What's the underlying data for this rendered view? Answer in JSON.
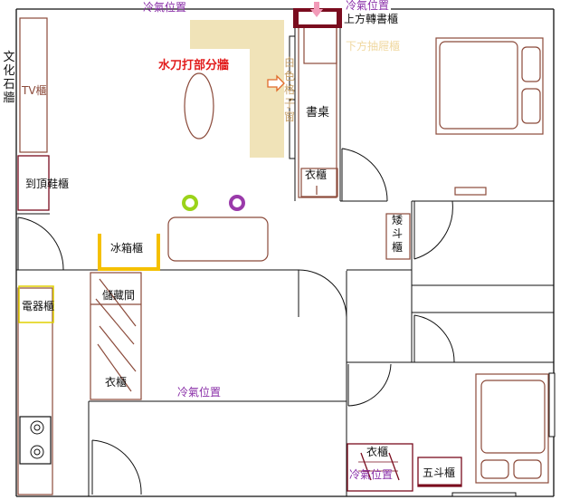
{
  "labels": {
    "ac_top_left": "冷氣位置",
    "ac_top_right": "冷氣位置",
    "ac_middle": "冷氣位置",
    "ac_bottom": "冷氣位置",
    "wall_cultured_stone": "文化石牆",
    "tv_cabinet": "TV櫃",
    "shoe_cabinet": "到頂鞋櫃",
    "fridge_cabinet": "冰箱櫃",
    "appliance_cabinet": "電器櫃",
    "storage_room": "儲藏間",
    "wardrobe_left": "衣櫃",
    "water_knife_wall": "水刀打部分牆",
    "white_grille_window": "白色格子窗",
    "desk": "書桌",
    "upper_corner_bookcase": "上方轉書櫃",
    "lower_drawer_cabinet": "下方抽屜櫃",
    "wardrobe_study": "衣櫃",
    "low_chest": "矮斗櫃",
    "wardrobe_bottom": "衣櫃",
    "five_drawer_chest": "五斗櫃"
  },
  "colors": {
    "wall": "#111111",
    "furniture": "#8b4a3a",
    "cabinet_dark": "#7a0c1e",
    "beige": "#f0e3b8",
    "ac_text": "#8a2fa8",
    "red_text": "#e21d1d",
    "green_ring": "#9bd31a",
    "purple_ring": "#9a3aaa",
    "fridge_yellow": "#f5c000",
    "pink_arrow": "#f29ab8"
  },
  "icons": [
    "orange-arrow-icon",
    "pink-down-arrow-icon",
    "stove-burner-icon"
  ]
}
